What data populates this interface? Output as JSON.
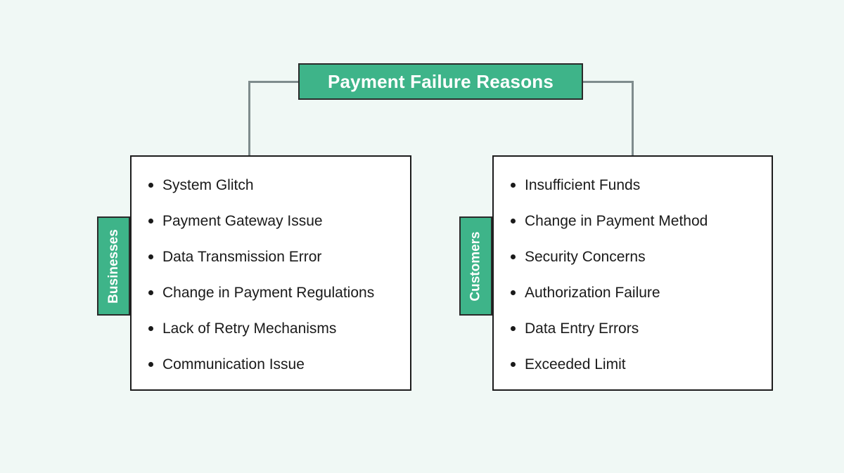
{
  "diagram": {
    "title": "Payment Failure Reasons",
    "colors": {
      "background": "#f0f8f5",
      "accent_green": "#3eb489",
      "connector": "#7f8c8d",
      "border": "#1c1c1c",
      "text": "#1a1a1a",
      "title_text": "#ffffff"
    },
    "branches": [
      {
        "tab_label": "Businesses",
        "items": [
          "System Glitch",
          "Payment Gateway Issue",
          "Data Transmission Error",
          "Change in Payment Regulations",
          "Lack of Retry Mechanisms",
          "Communication Issue"
        ]
      },
      {
        "tab_label": "Customers",
        "items": [
          "Insufficient Funds",
          "Change in Payment Method",
          "Security Concerns",
          "Authorization Failure",
          "Data Entry Errors",
          "Exceeded Limit"
        ]
      }
    ]
  }
}
